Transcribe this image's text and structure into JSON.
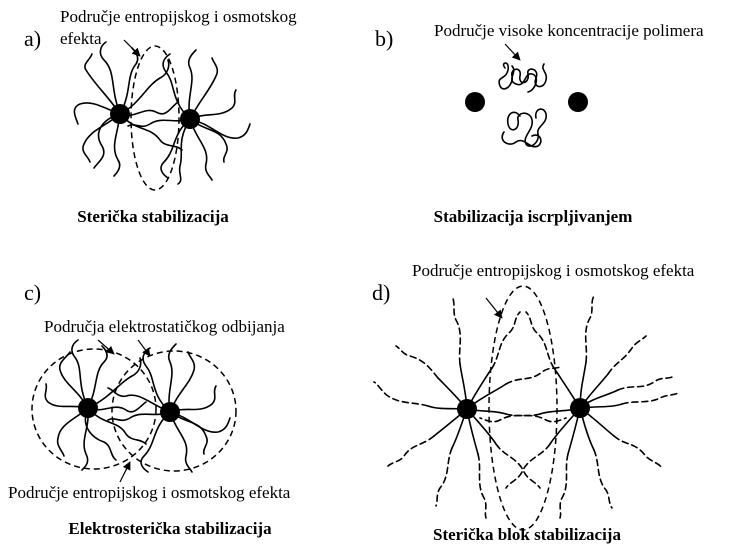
{
  "panels": [
    {
      "letter": "a)",
      "label_line1": "Područje entropijskog i osmotskog",
      "label_line2": "efekta",
      "caption": "Sterička stabilizacija"
    },
    {
      "letter": "b)",
      "label": "Područje visoke koncentracije polimera",
      "caption": "Stabilizacija iscrpljivanjem"
    },
    {
      "letter": "c)",
      "label_top": "Područja elektrostatičkog odbijanja",
      "label_bottom": "Područje entropijskog i osmotskog efekta",
      "caption": "Elektrosterička stabilizacija"
    },
    {
      "letter": "d)",
      "label": "Područje entropijskog i osmotskog efekta",
      "caption": "Sterička blok stabilizacija"
    }
  ]
}
